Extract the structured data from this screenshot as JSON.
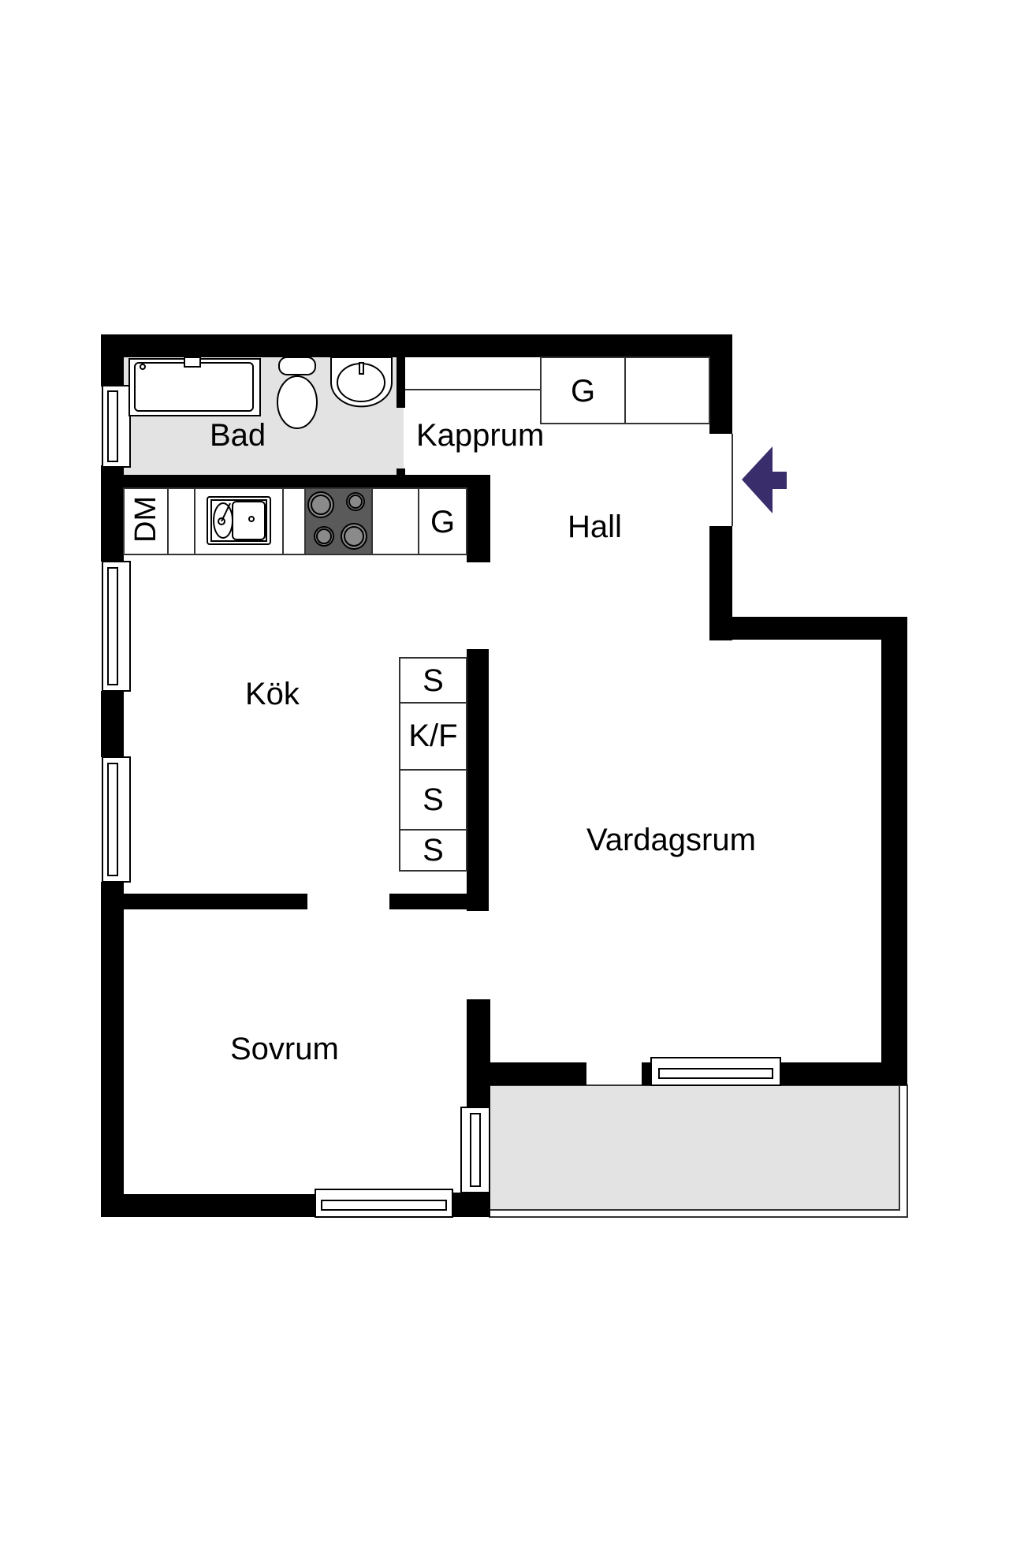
{
  "floorplan": {
    "rooms": {
      "bad": "Bad",
      "kapprum": "Kapprum",
      "hall": "Hall",
      "kok": "Kök",
      "vardagsrum": "Vardagsrum",
      "sovrum": "Sovrum"
    },
    "fixtures": {
      "kapprum_wardrobe": "G",
      "kitchen_dishwasher": "DM",
      "kitchen_cabinet": "G",
      "tall_unit_1": "S",
      "tall_unit_2": "K/F",
      "tall_unit_3": "S",
      "tall_unit_4": "S"
    },
    "colors": {
      "wall": "#000000",
      "wet_area": "#e3e3e3",
      "balcony": "#e3e3e3",
      "cooktop": "#5a5a5a",
      "burner": "#8a8a8a",
      "entrance_arrow": "#3a2d6b"
    }
  }
}
